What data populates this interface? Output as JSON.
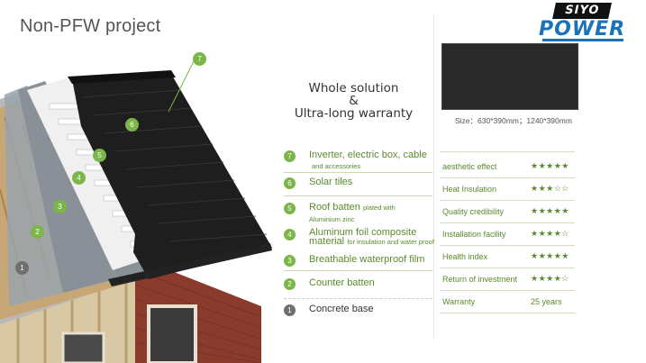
{
  "title": "Non-PFW project",
  "heading": {
    "line1": "Whole solution",
    "line2": "&",
    "line3": "Ultra-long warranty"
  },
  "logo": {
    "top": "SIYO",
    "bottom": "POWER"
  },
  "panel_size": "Size：630*390mm；1240*390mm",
  "layers": [
    {
      "num": "7",
      "label": "Inverter, electric box, cable",
      "sub": "and accessories"
    },
    {
      "num": "6",
      "label": "Solar tiles",
      "sub": ""
    },
    {
      "num": "5",
      "label": "Roof batten",
      "sub": "plated with Aluminium zinc"
    },
    {
      "num": "4",
      "label": "Aluminum foil composite material",
      "sub": "for insulation and water proof"
    },
    {
      "num": "3",
      "label": "Breathable waterproof film",
      "sub": ""
    },
    {
      "num": "2",
      "label": "Counter batten",
      "sub": ""
    },
    {
      "num": "1",
      "label": "Concrete base",
      "sub": ""
    }
  ],
  "features": [
    {
      "label": "aesthetic effect",
      "value": "★★★★★",
      "rating": 5
    },
    {
      "label": "Heat Insulation",
      "value": "★★★☆☆",
      "rating": 3
    },
    {
      "label": "Quality credibility",
      "value": "★★★★★",
      "rating": 5
    },
    {
      "label": "Installation facility",
      "value": "★★★★☆",
      "rating": 4
    },
    {
      "label": "Health index",
      "value": "★★★★★",
      "rating": 5
    },
    {
      "label": "Return of investment",
      "value": "★★★★☆",
      "rating": 4
    },
    {
      "label": "Warranty",
      "value": "25 years"
    }
  ],
  "colors": {
    "accent": "#7ab648",
    "brand_blue": "#1a73b8",
    "roof": "#1e1e1e",
    "brick": "#8a3b2c"
  }
}
